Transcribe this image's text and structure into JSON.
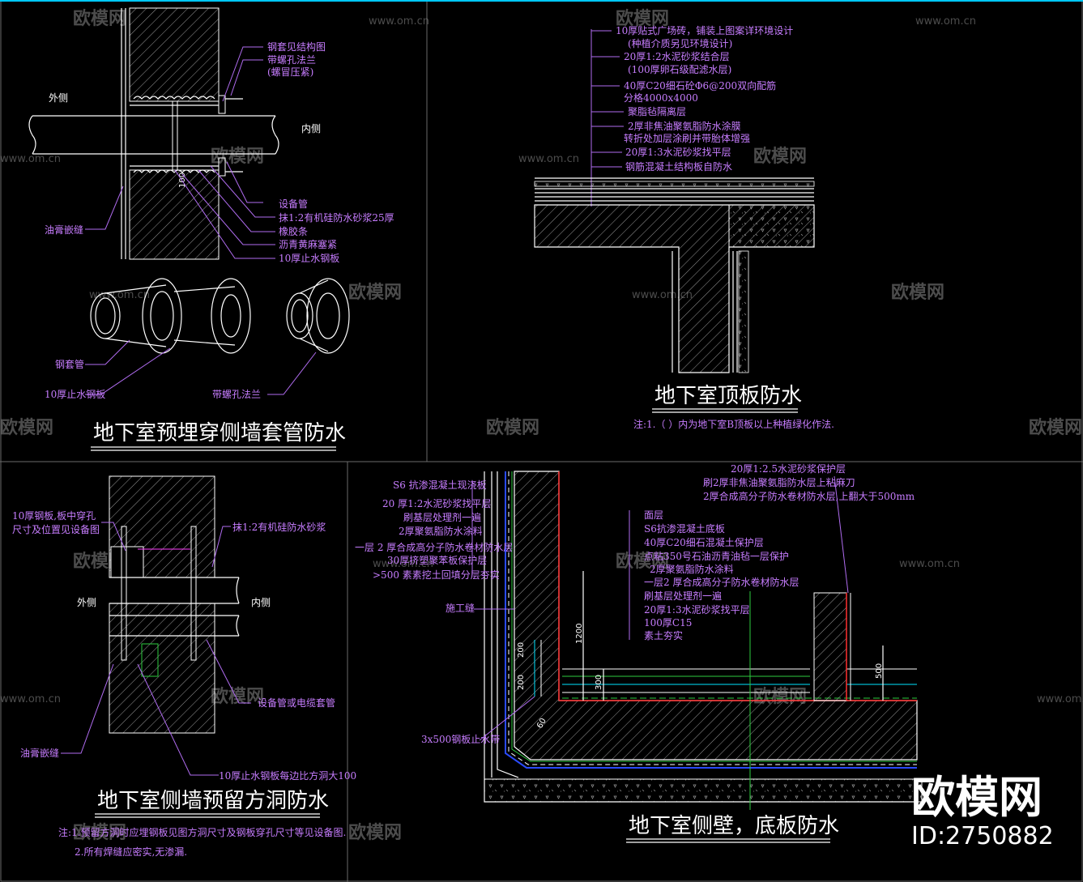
{
  "brand": {
    "logo_text": "欧模网",
    "id_text": "ID:2750882",
    "url": "www.om.cn"
  },
  "panel1": {
    "title": "地下室预埋穿侧墙套管防水",
    "labels": {
      "outer": "外侧",
      "inner": "内侧",
      "steel_sleeve_ref": "钢套见结构图",
      "flange": "带螺孔法兰",
      "bolt": "(螺冒压紧)",
      "equip_pipe": "设备管",
      "mortar": "抹1:2有机硅防水砂浆25厚",
      "rubber": "橡胶条",
      "asphalt": "沥青黄麻塞紧",
      "waterstop": "10厚止水钢板",
      "oil_seam": "油膏嵌缝",
      "steel_sleeve": "钢套管",
      "waterstop2": "10厚止水钢板",
      "flange2": "带螺孔法兰"
    },
    "dim": "100"
  },
  "panel2": {
    "title": "地下室顶板防水",
    "layers": [
      "10厚贴式广场砖，铺装上图案详环境设计",
      "(种植介质另见环境设计)",
      "20厚1:2水泥砂浆结合层",
      "(100厚卵石级配滤水层)",
      "40厚C20细石砼Φ6@200双向配筋",
      "分格4000x4000",
      "聚脂毡隔离层",
      "2厚非焦油聚氨脂防水涂膜",
      "转折处加层涂刷并带胎体增强",
      "20厚1:3水泥砂浆找平层",
      "钢筋混凝土结构板自防水"
    ],
    "note": "注:1.（ ）内为地下室B顶板以上种植绿化作法."
  },
  "panel3": {
    "title": "地下室侧墙预留方洞防水",
    "labels": {
      "plate": "10厚钢板,板中穿孔",
      "plate2": "尺寸及位置见设备图",
      "mortar": "抹1:2有机硅防水砂浆",
      "outer": "外侧",
      "inner": "内侧",
      "pipe": "设备管或电缆套管",
      "oil_seam": "油膏嵌缝",
      "waterstop": "10厚止水钢板每边比方洞大100"
    },
    "notes": [
      "注:1.预留方洞时应埋钢板见图方洞尺寸及钢板穿孔尺寸等见设备图.",
      "2.所有焊缝应密实,无渗漏."
    ]
  },
  "panel4": {
    "title": "地下室侧壁，底板防水",
    "left_layers": [
      "S6 抗渗混凝土现浇板",
      "20 厚1:2水泥砂浆找平层",
      "刷基层处理剂一遍",
      "2厚聚氨脂防水涂料",
      "一层 2 厚合成高分子防水卷材防水层",
      "30厚挤塑聚苯板保护层",
      ">500 素素挖土回填分层夯实"
    ],
    "construction_joint": "施工缝",
    "steel_plate": "3x500钢板止水带",
    "top_notes": [
      "20厚1:2.5水泥砂浆保护层",
      "刷2厚非焦油聚氨脂防水层上粘麻刀",
      "2厚合成高分子防水卷材防水层,上翻大于500mm"
    ],
    "floor_layers": [
      "面层",
      "S6抗渗混凝土底板",
      "40厚C20细石混凝土保护层",
      "点粘350号石油沥青油毡一层保护",
      "2厚聚氨脂防水涂料",
      "一层2 厚合成高分子防水卷材防水层",
      "刷基层处理剂一遍",
      "20厚1:3水泥砂浆找平层",
      "100厚C15",
      "素土夯实"
    ],
    "dims": [
      "1200",
      "200",
      "200",
      "300",
      "500",
      "60"
    ]
  },
  "colors": {
    "purple": "#c77dff",
    "line": "#ffffff",
    "frame": "#6a6a6a",
    "green": "#2ecc40",
    "red": "#ff3030",
    "blue": "#2a4bff",
    "cyan": "#00e5ff"
  }
}
